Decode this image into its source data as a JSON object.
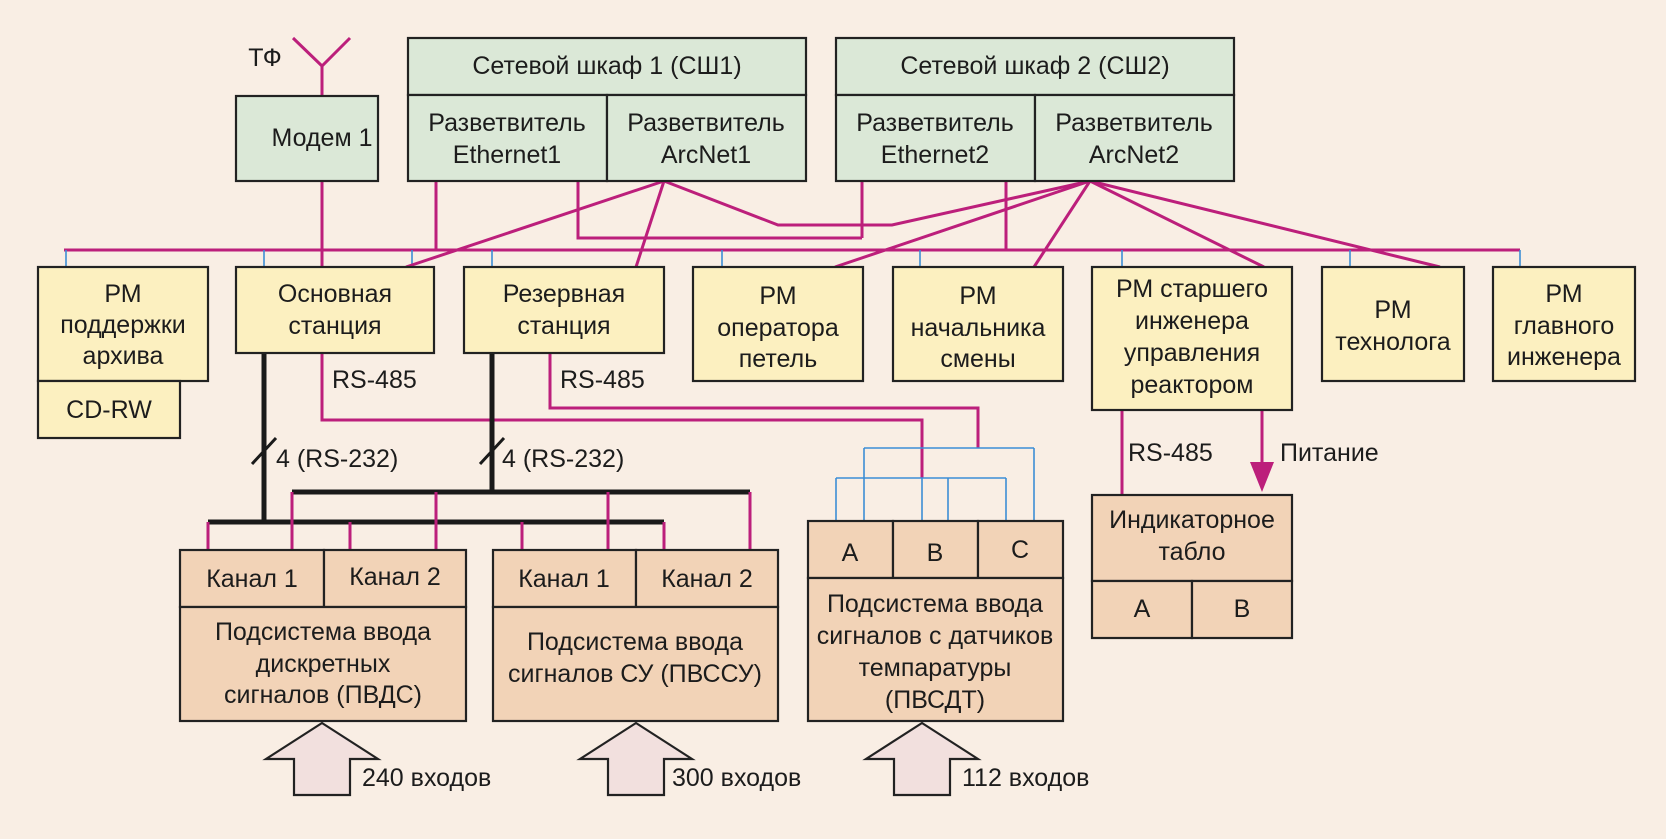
{
  "antenna_label": "ТФ",
  "modem": "Модем 1",
  "cabinets": [
    {
      "title": "Сетевой шкаф 1 (СШ1)",
      "splitters": [
        [
          "Разветвитель",
          "Ethernet1"
        ],
        [
          "Разветвитель",
          "ArcNet1"
        ]
      ]
    },
    {
      "title": "Сетевой шкаф 2 (СШ2)",
      "splitters": [
        [
          "Разветвитель",
          "Ethernet2"
        ],
        [
          "Разветвитель",
          "ArcNet2"
        ]
      ]
    }
  ],
  "workstations": [
    {
      "id": "archive",
      "lines": [
        "РМ",
        "поддержки",
        "архива"
      ]
    },
    {
      "id": "main-station",
      "lines": [
        "Основная",
        "станция"
      ]
    },
    {
      "id": "reserve-station",
      "lines": [
        "Резервная",
        "станция"
      ]
    },
    {
      "id": "loop-operator",
      "lines": [
        "РМ",
        "оператора",
        "петель"
      ]
    },
    {
      "id": "shift-chief",
      "lines": [
        "РМ",
        "начальника",
        "смены"
      ]
    },
    {
      "id": "senior-engineer",
      "lines": [
        "РМ старшего",
        "инженера",
        "управления",
        "реактором"
      ]
    },
    {
      "id": "technologist",
      "lines": [
        "РМ",
        "технолога"
      ]
    },
    {
      "id": "chief-engineer",
      "lines": [
        "РМ",
        "главного",
        "инженера"
      ]
    }
  ],
  "cd_rw": "CD-RW",
  "link_labels": {
    "rs485": "RS-485",
    "rs232_bundle": "4 (RS-232)",
    "power": "Питание"
  },
  "indicator": {
    "lines": [
      "Индикаторное",
      "табло"
    ],
    "cells": [
      "A",
      "B"
    ]
  },
  "subsystems": [
    {
      "id": "pvds",
      "channels": [
        "Канал 1",
        "Канал 2"
      ],
      "lines": [
        "Подсистема ввода",
        "дискретных",
        "сигналов (ПВДС)"
      ],
      "inputs": "240 входов"
    },
    {
      "id": "pvssu",
      "channels": [
        "Канал 1",
        "Канал 2"
      ],
      "lines": [
        "Подсистема ввода",
        "сигналов СУ (ПВССУ)"
      ],
      "inputs": "300 входов"
    },
    {
      "id": "pvsdt",
      "channels": [
        "A",
        "B",
        "C"
      ],
      "lines": [
        "Подсистема ввода",
        "сигналов с датчиков",
        "темпаратуры",
        "(ПВСДТ)"
      ],
      "inputs": "112 входов"
    }
  ]
}
